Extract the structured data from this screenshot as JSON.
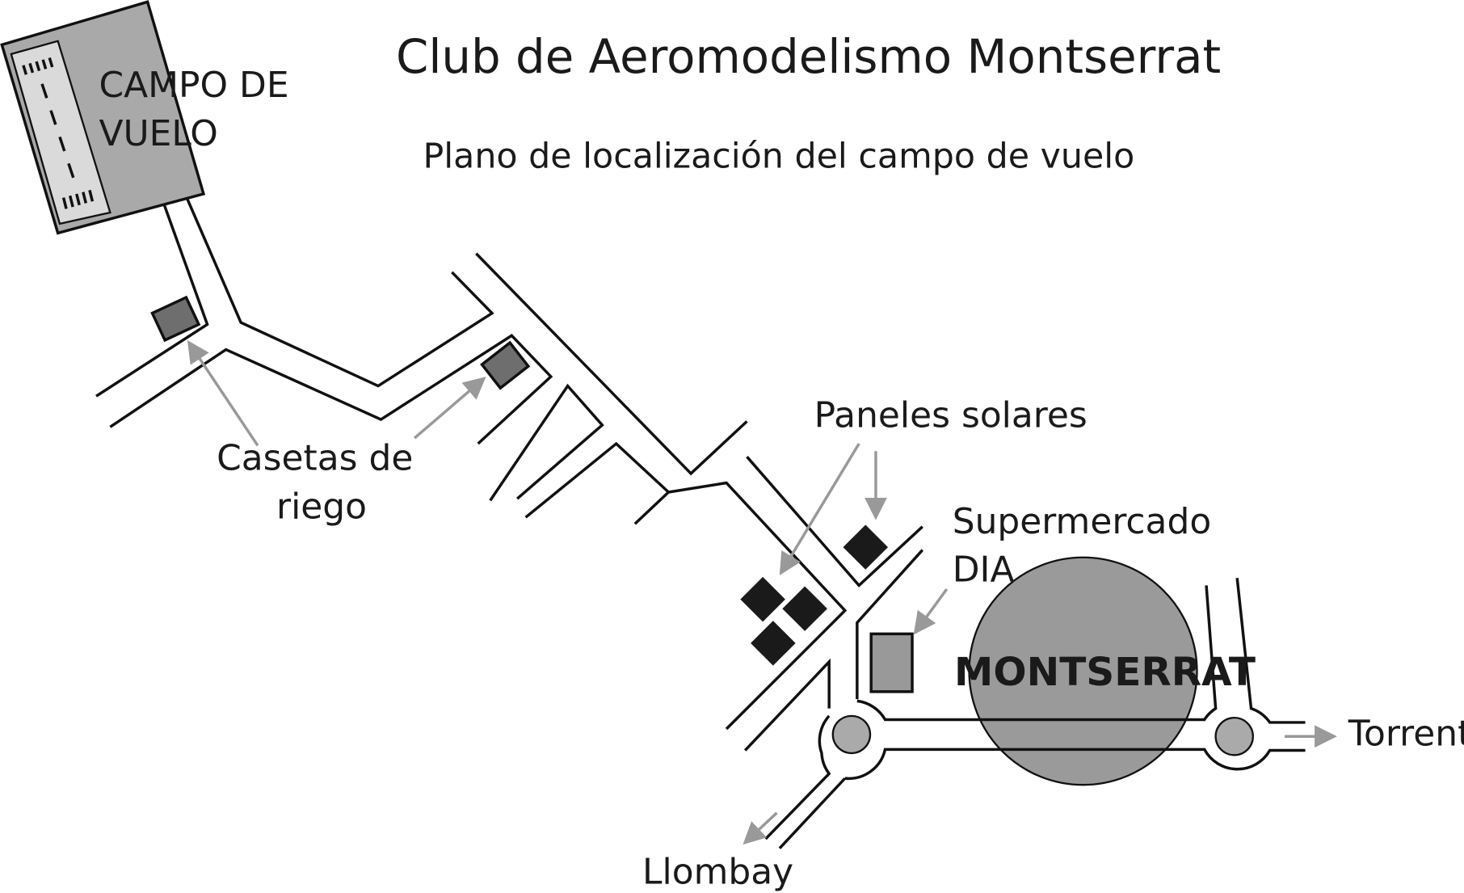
{
  "title": "Club de Aeromodelismo Montserrat",
  "subtitle": "Plano de localización del campo de vuelo",
  "labels": {
    "field_line1": "CAMPO DE",
    "field_line2": "VUELO",
    "sheds_line1": "Casetas de",
    "sheds_line2": "riego",
    "solar": "Paneles solares",
    "super_line1": "Supermercado",
    "super_line2": "DIA",
    "town": "MONTSERRAT",
    "torrent": "Torrent",
    "llombay": "Llombay"
  },
  "colors": {
    "field": "#a9a9a9",
    "runway": "#d9d9d9",
    "town": "#9a9a9a",
    "shed": "#6e6e6e",
    "solar": "#1a1a1a",
    "arrow": "#999999"
  }
}
